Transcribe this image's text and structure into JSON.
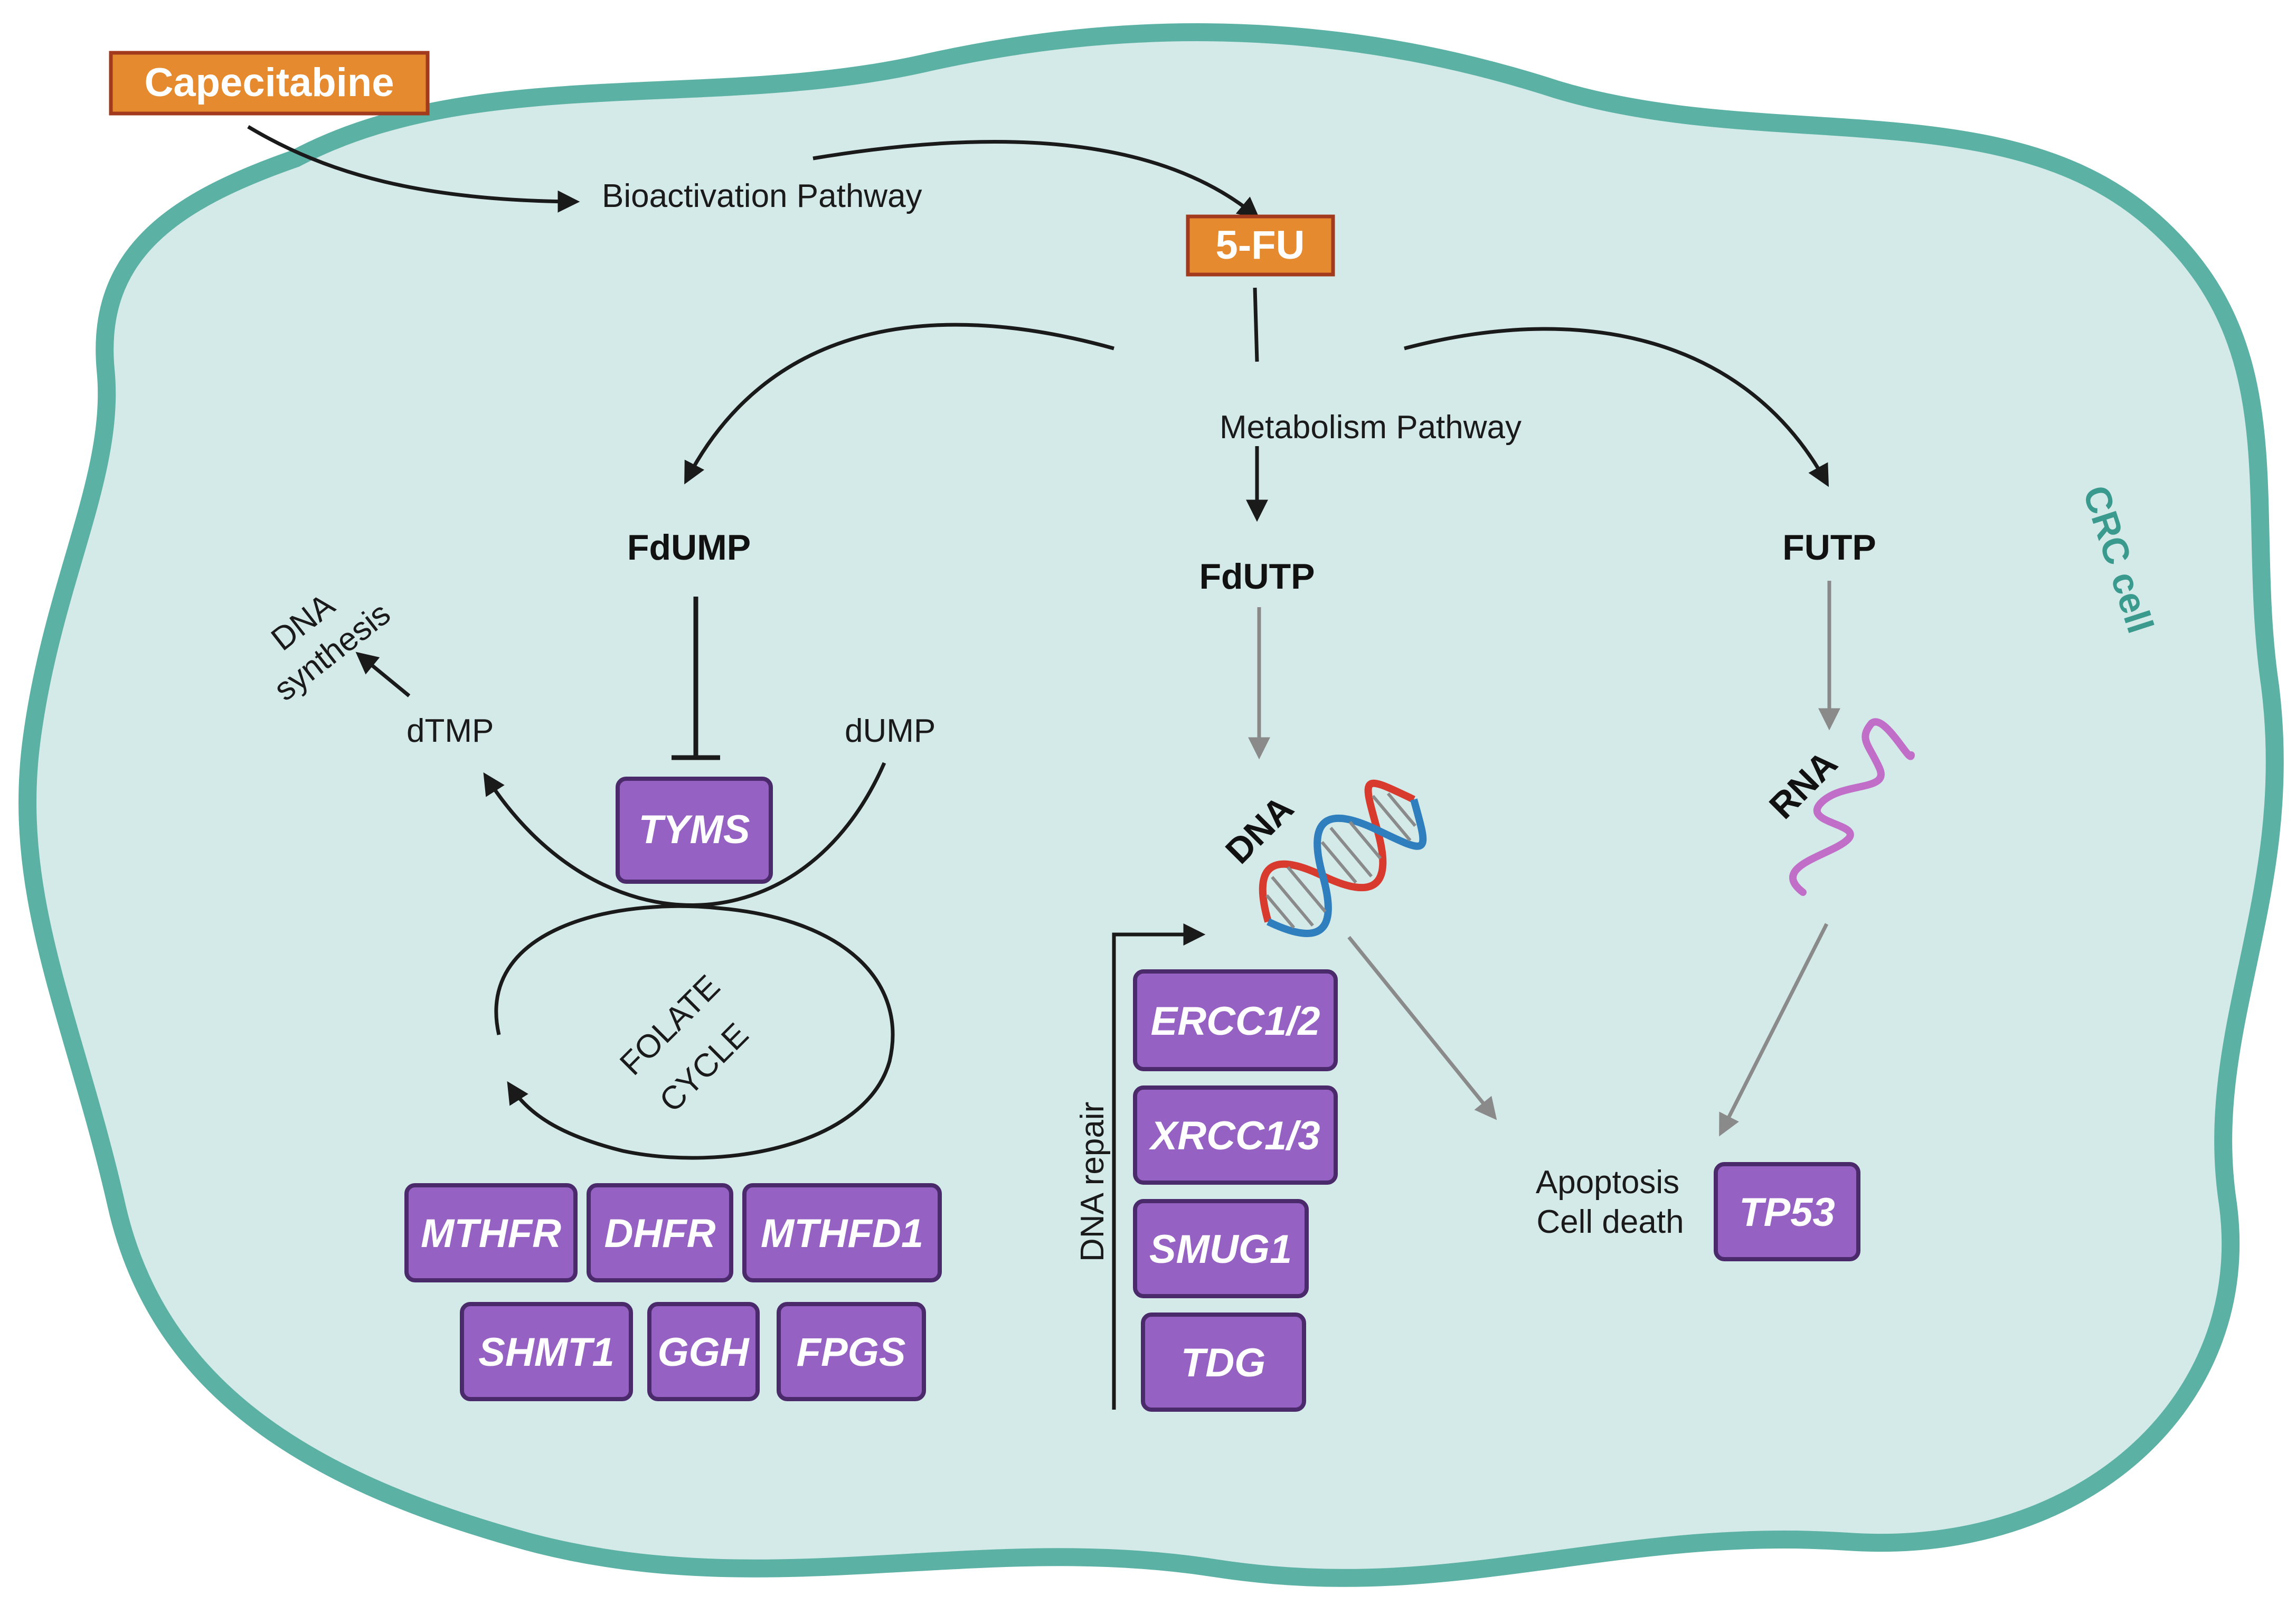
{
  "drugs": {
    "capecitabine": "Capecitabine",
    "fu": "5-FU"
  },
  "pathways": {
    "bioactivation": "Bioactivation Pathway",
    "metabolism": "Metabolism Pathway"
  },
  "metabolites": {
    "fdump": "FdUMP",
    "fdutp": "FdUTP",
    "futp": "FUTP",
    "dtmp": "dTMP",
    "dump": "dUMP",
    "dna": "DNA",
    "rna": "RNA"
  },
  "labels": {
    "dna_synthesis_line1": "DNA",
    "dna_synthesis_line2": "synthesis",
    "folate_line1": "FOLATE",
    "folate_line2": "CYCLE",
    "dna_repair": "DNA repair",
    "apoptosis_line1": "Apoptosis",
    "apoptosis_line2": "Cell death",
    "cell": "CRC cell"
  },
  "genes": {
    "tyms": "TYMS",
    "folate": [
      "MTHFR",
      "DHFR",
      "MTHFD1",
      "SHMT1",
      "GGH",
      "FPGS"
    ],
    "repair": [
      "ERCC1/2",
      "XRCC1/3",
      "SMUG1",
      "TDG"
    ],
    "tp53": "TP53"
  },
  "colors": {
    "cell_fill": "#d4eae8",
    "cell_border": "#5bb1a4",
    "gene_box": "#9561c3",
    "gene_border": "#4b2a6b",
    "drug_box": "#e58a2e",
    "drug_border": "#a23a1e",
    "rna": "#c06ec8",
    "dna_red": "#d83a2e",
    "dna_blue": "#2f7fbf"
  },
  "icons": {
    "dna": "dna-helix-icon",
    "rna": "rna-strand-icon"
  }
}
